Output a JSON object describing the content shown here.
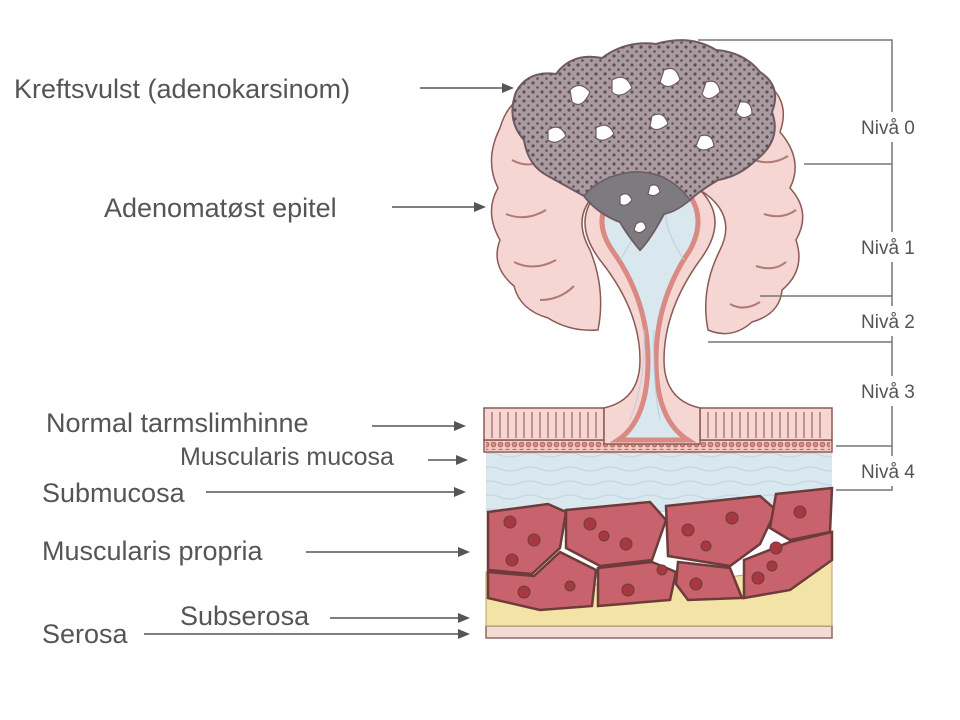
{
  "labels": {
    "tumor": "Kreftsvulst (adenokarsinom)",
    "adenomatous": "Adenomatøst epitel",
    "normal_mucosa": "Normal tarmslimhinne",
    "muscularis_mucosa": "Muscularis mucosa",
    "submucosa": "Submucosa",
    "muscularis_propria": "Muscularis propria",
    "subserosa": "Subserosa",
    "serosa": "Serosa"
  },
  "levels": {
    "level0": "Nivå 0",
    "level1": "Nivå 1",
    "level2": "Nivå 2",
    "level3": "Nivå 3",
    "level4": "Nivå 4"
  },
  "colors": {
    "tumor": "#a99b9f",
    "adenoma": "#f6d6d2",
    "mucosa_outline": "#b07a74",
    "submucosa": "#d9e7ef",
    "muscle": "#c8636d",
    "subserosa": "#f3e3a6",
    "serosa": "#f3dcd6"
  }
}
